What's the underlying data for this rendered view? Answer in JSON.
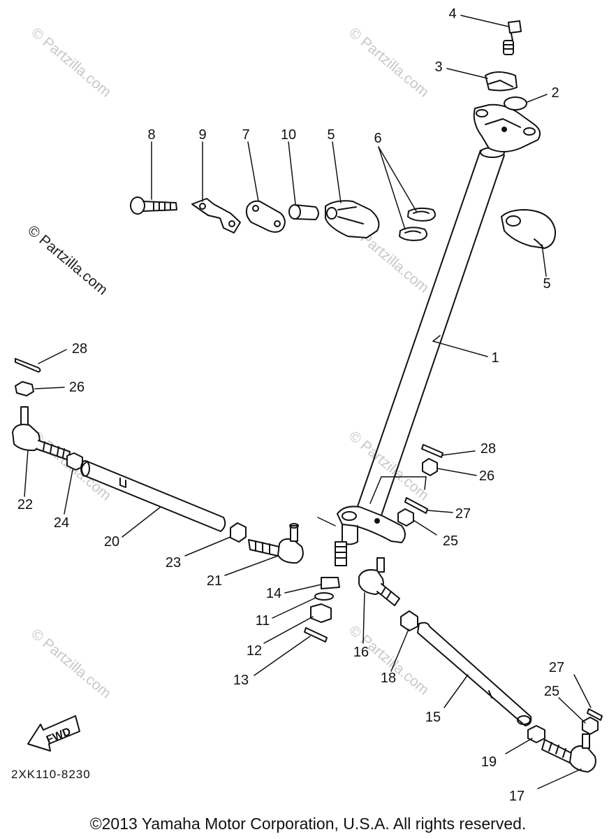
{
  "callouts": [
    {
      "id": "c4",
      "text": "4"
    },
    {
      "id": "c3",
      "text": "3"
    },
    {
      "id": "c2",
      "text": "2"
    },
    {
      "id": "c8",
      "text": "8"
    },
    {
      "id": "c9",
      "text": "9"
    },
    {
      "id": "c7",
      "text": "7"
    },
    {
      "id": "c10",
      "text": "10"
    },
    {
      "id": "c5a",
      "text": "5"
    },
    {
      "id": "c6",
      "text": "6"
    },
    {
      "id": "c5b",
      "text": "5"
    },
    {
      "id": "c1",
      "text": "1"
    },
    {
      "id": "c28a",
      "text": "28"
    },
    {
      "id": "c26a",
      "text": "26"
    },
    {
      "id": "c28b",
      "text": "28"
    },
    {
      "id": "c26b",
      "text": "26"
    },
    {
      "id": "c27a",
      "text": "27"
    },
    {
      "id": "c25a",
      "text": "25"
    },
    {
      "id": "c22",
      "text": "22"
    },
    {
      "id": "c24",
      "text": "24"
    },
    {
      "id": "c20",
      "text": "20"
    },
    {
      "id": "c23",
      "text": "23"
    },
    {
      "id": "c21",
      "text": "21"
    },
    {
      "id": "c14",
      "text": "14"
    },
    {
      "id": "c11",
      "text": "11"
    },
    {
      "id": "c12",
      "text": "12"
    },
    {
      "id": "c13",
      "text": "13"
    },
    {
      "id": "c16",
      "text": "16"
    },
    {
      "id": "c18",
      "text": "18"
    },
    {
      "id": "c15",
      "text": "15"
    },
    {
      "id": "c27b",
      "text": "27"
    },
    {
      "id": "c25b",
      "text": "25"
    },
    {
      "id": "c19",
      "text": "19"
    },
    {
      "id": "c17",
      "text": "17"
    }
  ],
  "watermark": "© Partzilla.com",
  "fwd_label": "FWD",
  "diagram_code": "2XK110-8230",
  "copyright": "©2013 Yamaha Motor Corporation, U.S.A. All rights reserved."
}
